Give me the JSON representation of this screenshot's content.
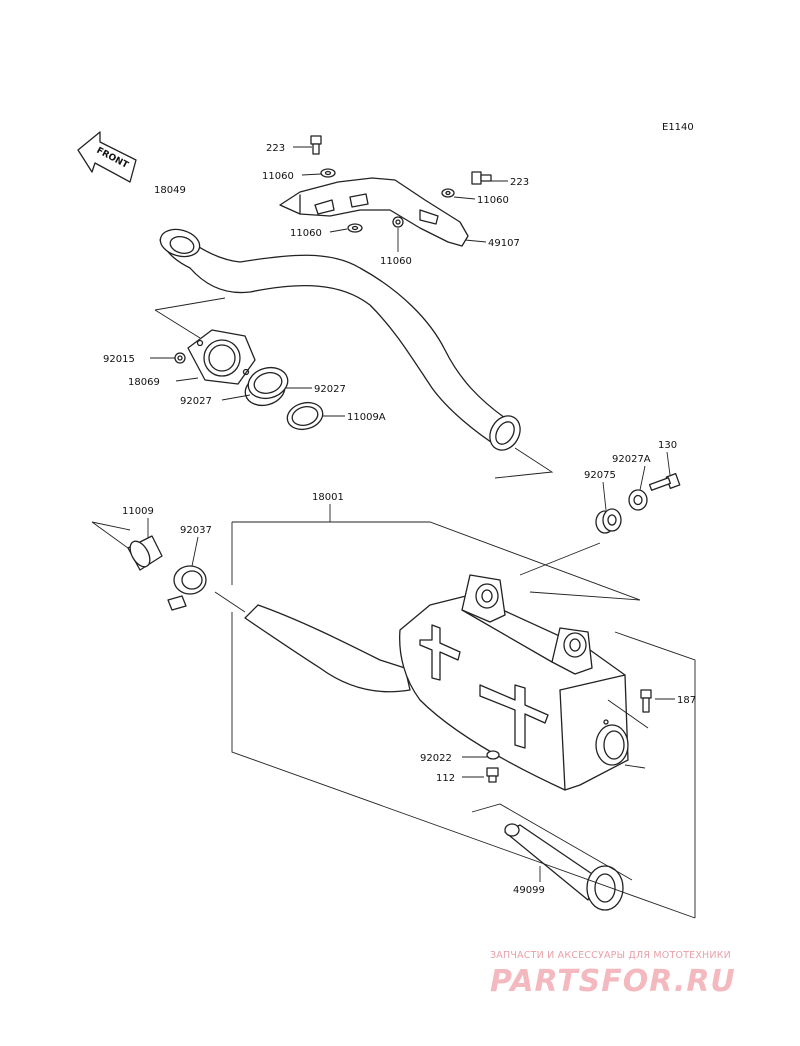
{
  "diagram_code": "E1140",
  "front_label": "FRONT",
  "parts": {
    "p223a": "223",
    "p11060a": "11060",
    "p223b": "223",
    "p11060b": "11060",
    "p11060c": "11060",
    "p11060d": "11060",
    "p49107": "49107",
    "p18049": "18049",
    "p92015": "92015",
    "p18069": "18069",
    "p92027a": "92027",
    "p92027b": "92027",
    "p11009A": "11009A",
    "p130": "130",
    "p92027A": "92027A",
    "p92075": "92075",
    "p18001": "18001",
    "p11009": "11009",
    "p92037": "92037",
    "p187": "187",
    "p92022": "92022",
    "p112": "112",
    "p49099": "49099"
  },
  "watermark": {
    "subtitle": "ЗАПЧАСТИ И АКСЕССУАРЫ ДЛЯ МОТОТЕХНИКИ",
    "logo": "PARTSFOR.RU"
  },
  "colors": {
    "line": "#222222",
    "watermark": "#f4b8bf"
  }
}
